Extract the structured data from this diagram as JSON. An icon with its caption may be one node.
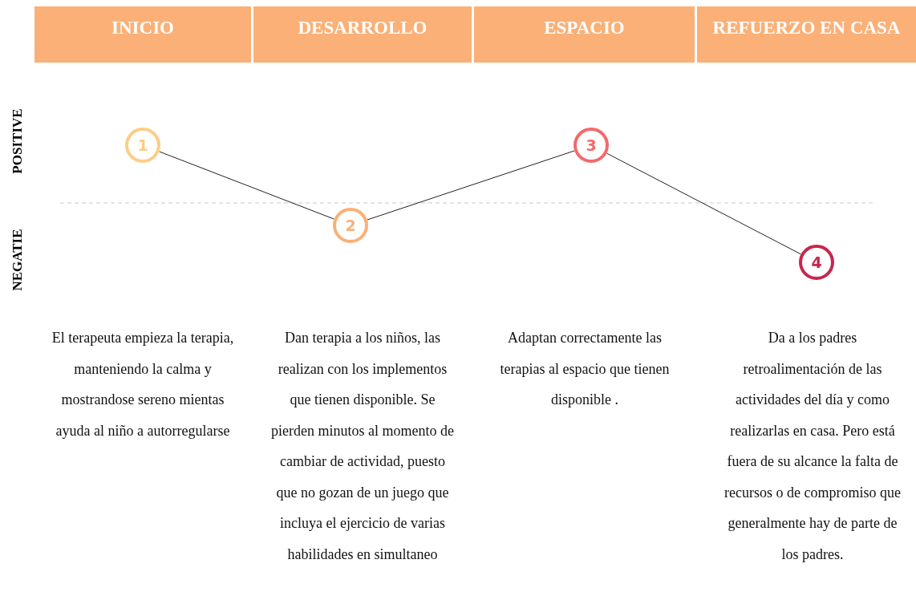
{
  "diagram": {
    "nodes": [
      {
        "text": [
          "INICIO"
        ]
      },
      {
        "text": [
          "DESARROLLO"
        ]
      },
      {
        "text": [
          "ESPACIO"
        ]
      },
      {
        "text": [
          "REFUERZO EN CASA"
        ]
      },
      {
        "text": [
          "1"
        ]
      },
      {
        "text": [
          "2"
        ]
      },
      {
        "text": [
          "3"
        ]
      },
      {
        "text": [
          "4"
        ]
      }
    ],
    "edges": [
      {
        "from": 4,
        "to": 5,
        "arrow": "none"
      },
      {
        "from": 5,
        "to": 6,
        "arrow": "none"
      },
      {
        "from": 6,
        "to": 7,
        "arrow": "none"
      }
    ],
    "labels": [
      "POSITIVE",
      "NEGATIE",
      "El terapeuta empieza la terapia, manteniendo la calma y mostrandose sereno mientas ayuda al niño a autorregularse",
      "Dan terapia a los niños, las realizan con los implementos que tienen disponible. Se pierden minutos al momento de cambiar de actividad, puesto que no gozan de un juego que incluya el ejercicio de varias habilidades en simultaneo",
      "Adaptan correctamente las terapias al espacio que tienen disponible .",
      "Da a los padres retroalimentación de las actividades del día y como realizarlas en casa. Pero está fuera de su alcance la falta de recursos o de compromiso que generalmente hay de parte de los padres."
    ]
  }
}
